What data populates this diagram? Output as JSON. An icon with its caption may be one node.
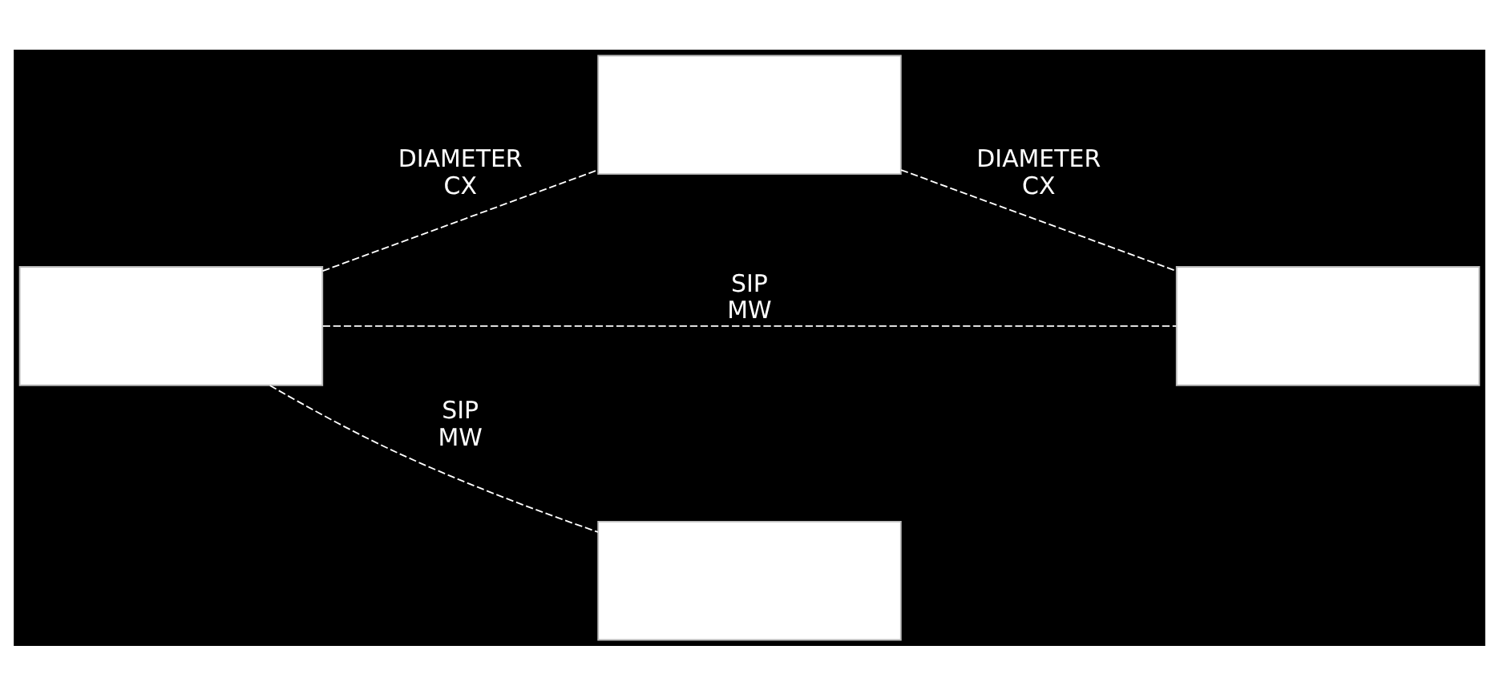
{
  "diagram": {
    "nodes": [
      {
        "text": [],
        "shape": "box"
      },
      {
        "text": [],
        "shape": "box"
      },
      {
        "text": [],
        "shape": "box"
      },
      {
        "text": [],
        "shape": "box"
      }
    ],
    "edges": [
      {
        "from": 1,
        "to": 0,
        "arrow": "none",
        "label": "DIAMETER CX",
        "style": "dashed"
      },
      {
        "from": 0,
        "to": 2,
        "arrow": "none",
        "label": "DIAMETER CX",
        "style": "dashed"
      },
      {
        "from": 1,
        "to": 2,
        "arrow": "none",
        "label": "SIP MW",
        "style": "dashed"
      },
      {
        "from": 1,
        "to": 3,
        "arrow": "none",
        "label": "SIP MW",
        "style": "dashed"
      }
    ]
  }
}
